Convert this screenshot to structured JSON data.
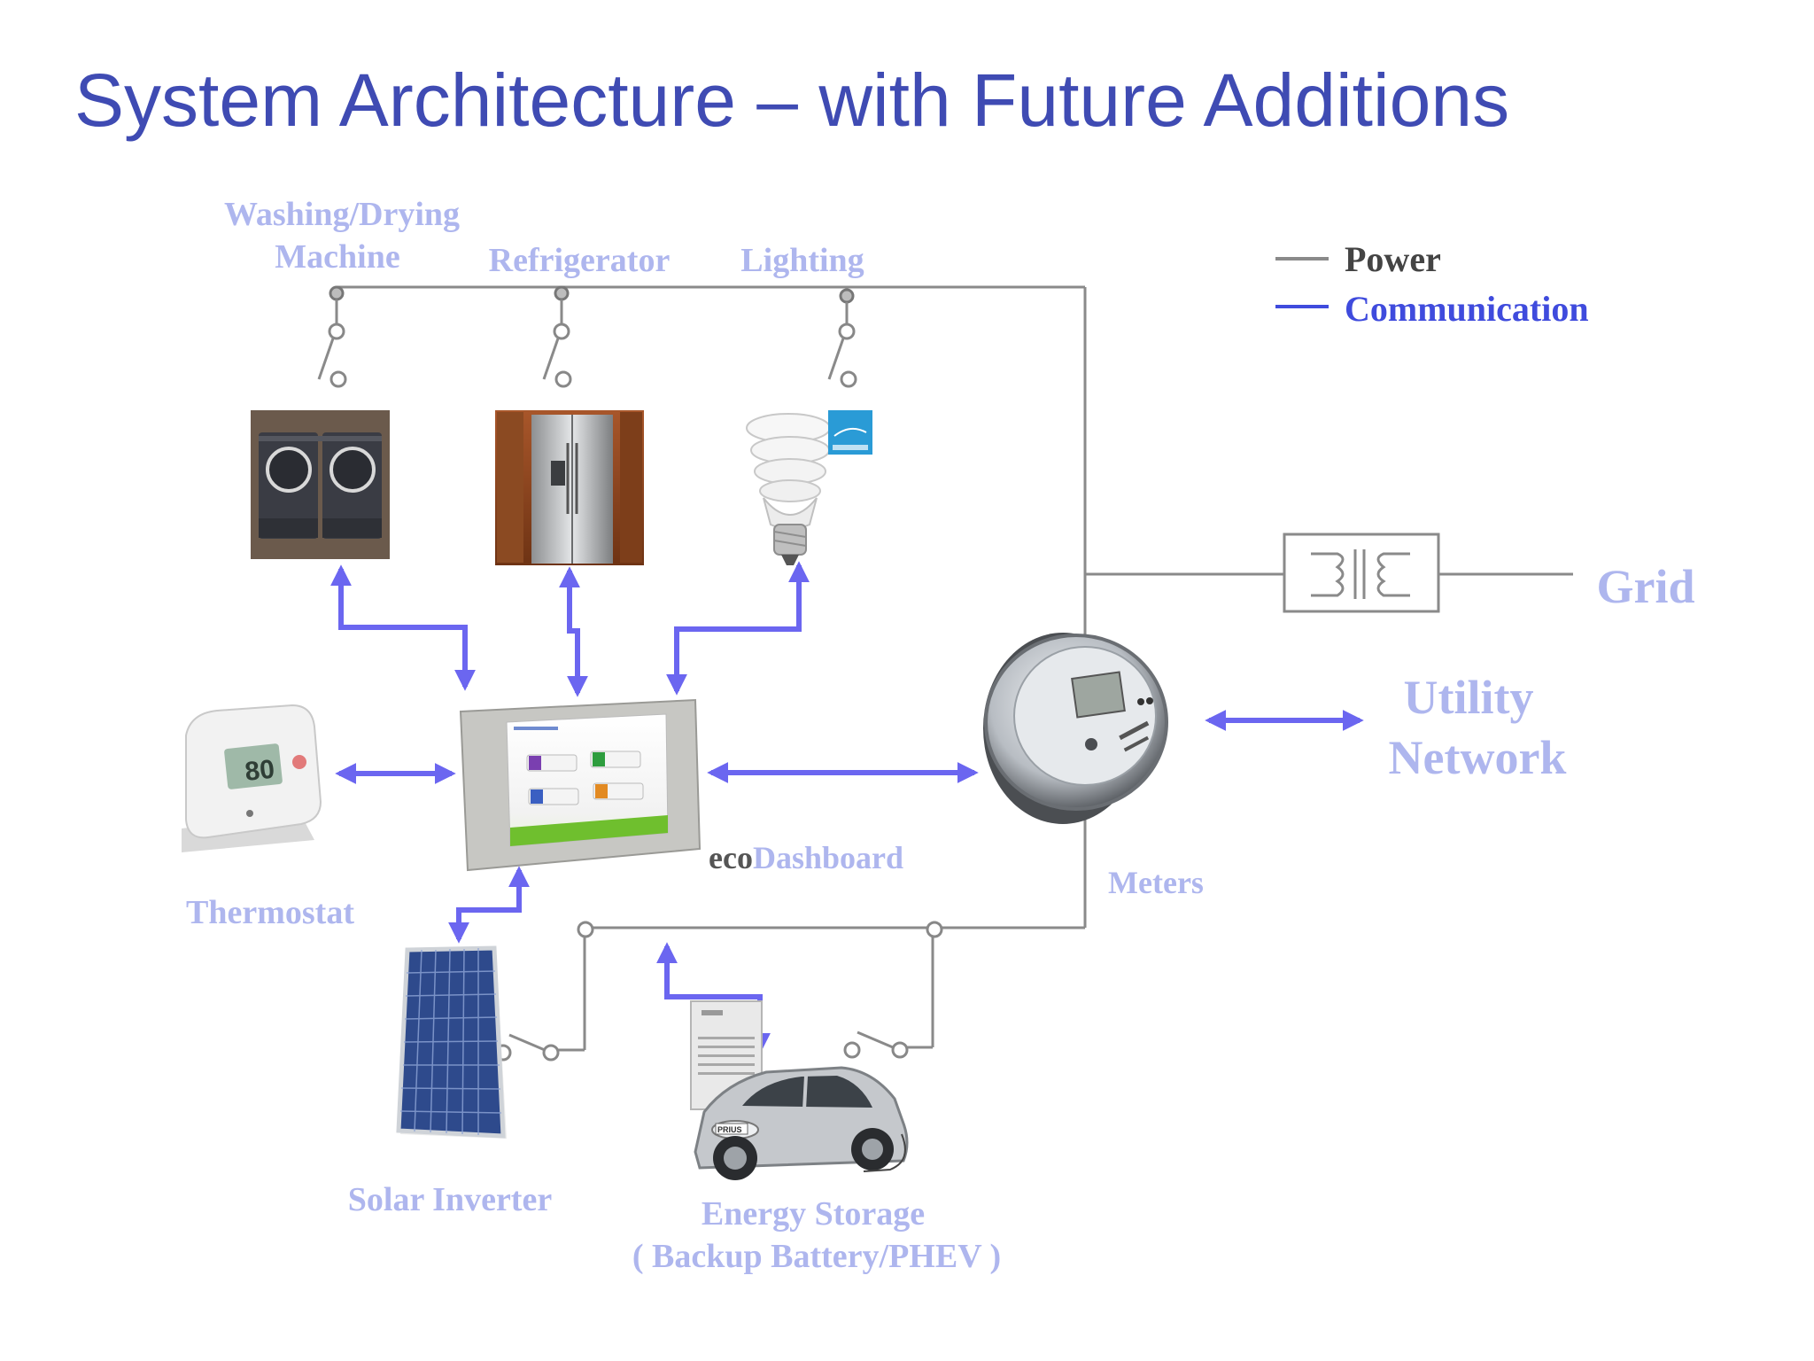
{
  "title": "System Architecture – with Future Additions",
  "legend": {
    "power": "Power",
    "communication": "Communication",
    "power_color": "#8a8a8a",
    "communication_color": "#6b66f0"
  },
  "labels": {
    "washing_line1": "Washing/Drying",
    "washing_line2": "Machine",
    "refrigerator": "Refrigerator",
    "lighting": "Lighting",
    "grid": "Grid",
    "utility_line1": "Utility",
    "utility_line2": "Network",
    "meters": "Meters",
    "thermostat": "Thermostat",
    "eco_prefix": "eco",
    "eco_suffix": "Dashboard",
    "solar": "Solar Inverter",
    "storage_line1": "Energy Storage",
    "storage_line2": "( Backup Battery/PHEV )",
    "thermostat_display": "80",
    "prius_badge": "PRIUS"
  },
  "colors": {
    "title": "#3f4bb3",
    "label": "#aeb6ee",
    "accent": "#6b66f0"
  },
  "icons": [
    "washer-dryer-icon",
    "refrigerator-icon",
    "cfl-bulb-icon",
    "energy-star-icon",
    "thermostat-icon",
    "dashboard-tablet-icon",
    "smart-meter-icon",
    "transformer-icon",
    "solar-panel-icon",
    "battery-cabinet-icon",
    "car-icon",
    "switch-icon"
  ]
}
